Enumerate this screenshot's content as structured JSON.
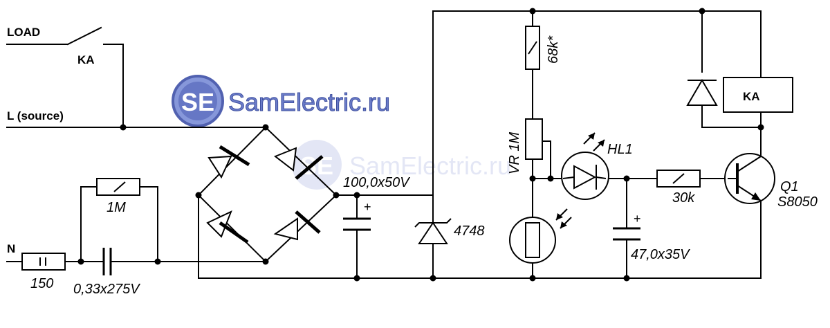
{
  "labels": {
    "load": "LOAD",
    "ka_switch": "KA",
    "l_source": "L (source)",
    "n": "N",
    "r150": "150",
    "c033": "0,33x275V",
    "r1m": "1M",
    "c100": "100,0x50V",
    "zener": "4748",
    "r68k": "68k*",
    "vr1m": "VR 1M",
    "hl1": "HL1",
    "r30k": "30k",
    "c47": "47,0x35V",
    "q1": "Q1",
    "s8050": "S8050",
    "ka_relay": "KA",
    "plus1": "+",
    "plus2": "+"
  },
  "watermark": {
    "logo_text": "SE",
    "site": "SamElectric.ru",
    "color": "#4f63b8"
  }
}
